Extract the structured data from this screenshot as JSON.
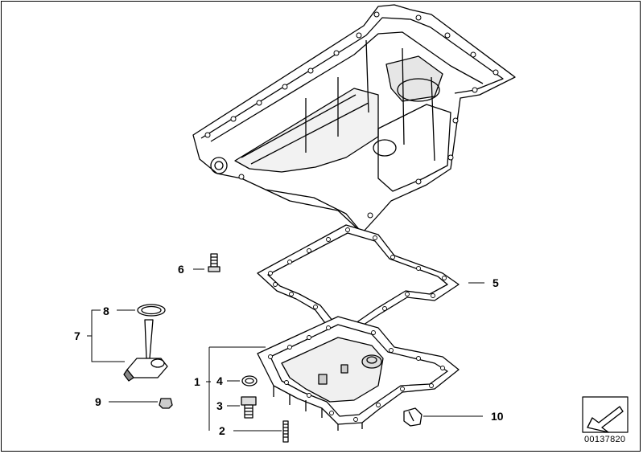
{
  "diagram": {
    "callouts": [
      {
        "id": "c1",
        "label": "1"
      },
      {
        "id": "c2",
        "label": "2"
      },
      {
        "id": "c3",
        "label": "3"
      },
      {
        "id": "c4",
        "label": "4"
      },
      {
        "id": "c5",
        "label": "5"
      },
      {
        "id": "c6",
        "label": "6"
      },
      {
        "id": "c7",
        "label": "7"
      },
      {
        "id": "c8",
        "label": "8"
      },
      {
        "id": "c9",
        "label": "9"
      },
      {
        "id": "c10",
        "label": "10"
      }
    ],
    "reference_number": "00137820"
  }
}
